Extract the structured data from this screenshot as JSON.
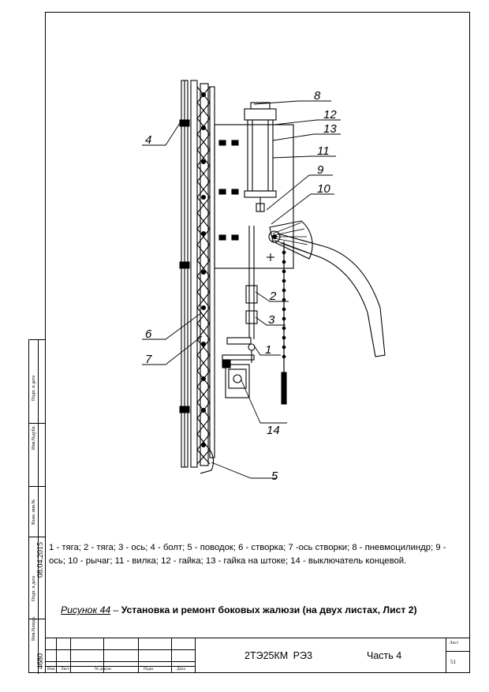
{
  "sidebar": {
    "sign_date_1": "Подп. и дата",
    "inv_dubl": "Инв.№дубл.",
    "vzam_inv": "Взам. инв.№",
    "sign_date_2": "Подп. и дата",
    "date_value": "08.04.2015",
    "inv_podl": "Инв.№подл.",
    "inv_podl_value": "4680"
  },
  "drawing": {
    "callouts": [
      "8",
      "12",
      "13",
      "11",
      "9",
      "10",
      "4",
      "2",
      "3",
      "6",
      "7",
      "1",
      "14",
      "5"
    ]
  },
  "caption": {
    "legend": "1 - тяга; 2 - тяга; 3 - ось; 4 - болт; 5 - поводок; 6 - створка; 7 -ось створки; 8 - пневмоцилиндр; 9 - ось; 10 - рычаг; 11 - вилка; 12 - гайка; 13 - гайка на штоке; 14 - выключатель концевой.",
    "figure_label": "Рисунок 44",
    "figure_dash": " – ",
    "figure_title": "Установка и ремонт боковых жалюзи (на двух листах, Лист 2)"
  },
  "stamp": {
    "izm": "Изм",
    "list": "Лист",
    "ndokum": "№ докум.",
    "podp": "Подп.",
    "data": "Дата",
    "doc_code": "2ТЭ25КМ РЭ3",
    "part": "Часть 4",
    "sheet_label": "Лист",
    "sheet_number": "51"
  }
}
